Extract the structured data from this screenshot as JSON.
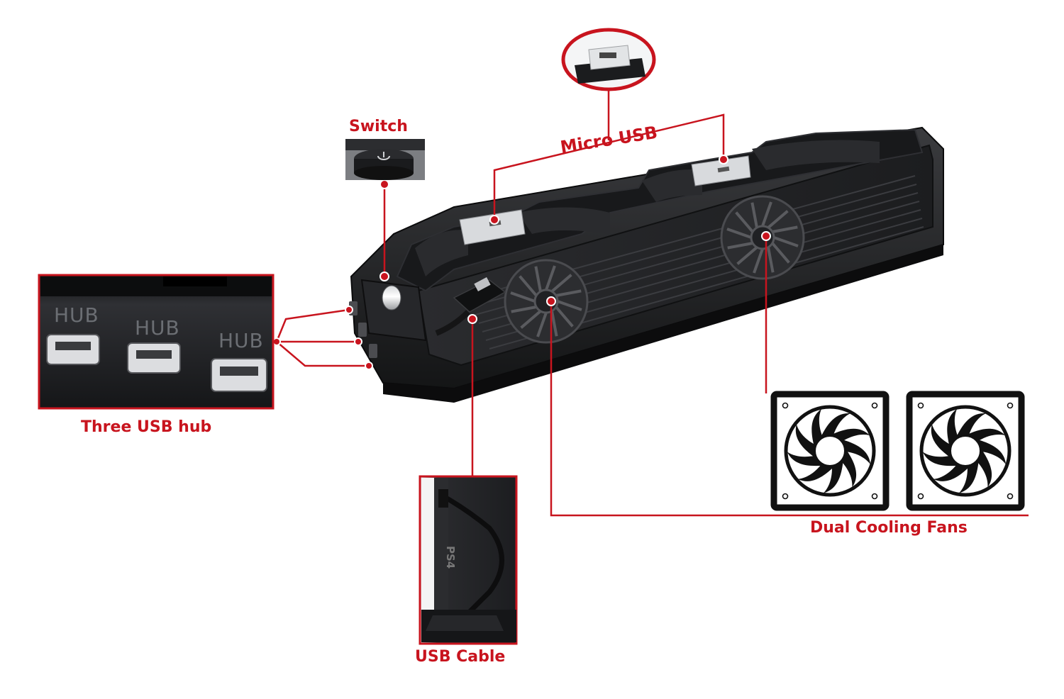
{
  "labels": {
    "switch": "Switch",
    "micro_usb": "Micro USB",
    "three_usb_hub": "Three USB hub",
    "usb_cable": "USB Cable",
    "dual_cooling_fans": "Dual Cooling Fans"
  },
  "hub_port_labels": [
    "HUB",
    "HUB",
    "HUB"
  ],
  "console_marking": "PS4",
  "colors": {
    "accent_red": "#c8141e",
    "device_black": "#1a1b1d",
    "background": "#ffffff"
  },
  "icons": [
    "fan-icon",
    "fan-icon",
    "power-icon",
    "usb-port-icon",
    "micro-usb-connector-icon"
  ]
}
